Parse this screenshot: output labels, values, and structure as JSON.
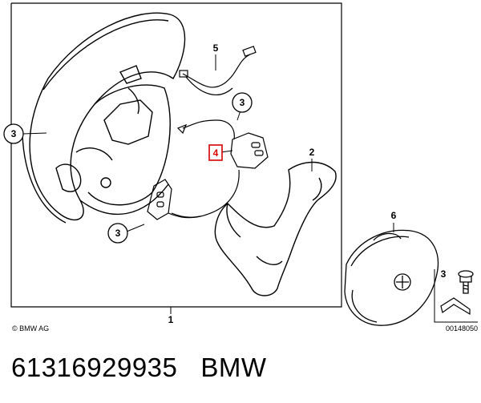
{
  "diagram": {
    "copyright": "© BMW AG",
    "drawing_number": "00148050",
    "labels": {
      "one": "1",
      "two": "2",
      "three_left": "3",
      "three_cable": "3",
      "three_module": "3",
      "three_screw": "3",
      "four": "4",
      "five": "5",
      "six": "6"
    },
    "highlight_color": "#d40000"
  },
  "caption": {
    "part_number": "61316929935",
    "brand": "BMW"
  }
}
